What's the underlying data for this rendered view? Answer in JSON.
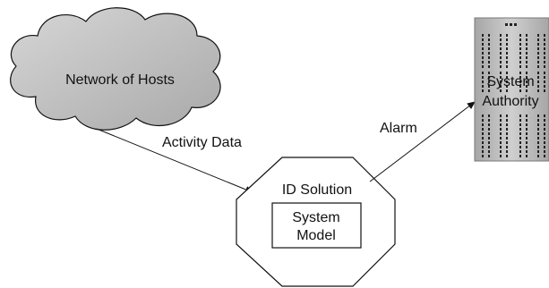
{
  "nodes": {
    "network": {
      "label": "Network of Hosts"
    },
    "id_solution": {
      "label": "ID Solution"
    },
    "system_model": {
      "line1": "System",
      "line2": "Model"
    },
    "authority": {
      "line1": "System",
      "line2": "Authority"
    }
  },
  "edges": {
    "activity": {
      "label": "Activity Data"
    },
    "alarm": {
      "label": "Alarm"
    }
  },
  "colors": {
    "cloud_fill": "#bdbdbd",
    "server_fill": "#b8b8b8",
    "line": "#111111"
  }
}
